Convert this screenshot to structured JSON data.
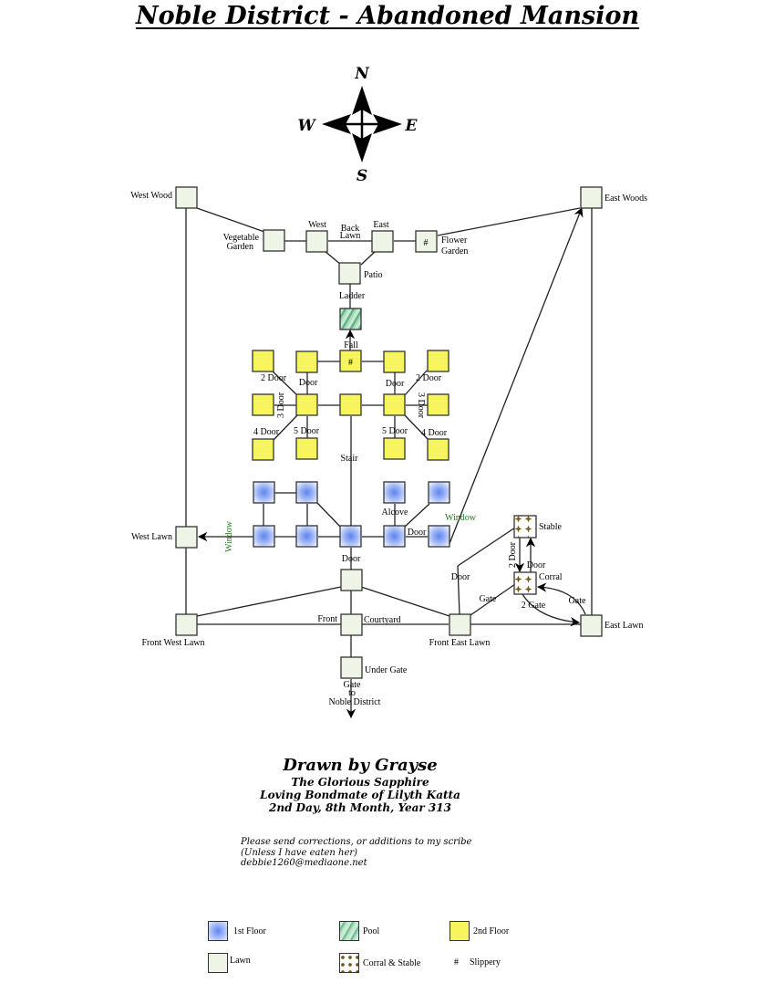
{
  "title": "Noble District - Abandoned Mansion",
  "compass": {
    "n": "N",
    "s": "S",
    "e": "E",
    "w": "W"
  },
  "colors": {
    "first_floor": "#7a9bf0",
    "second_floor": "#f6f55f",
    "pool": "#8fd0a8",
    "lawn": "#eef5e6",
    "corral": "#7a5a1e",
    "window_label": "#1f7a1f"
  },
  "rooms": {
    "west_wood": {
      "type": "lawn",
      "label": "West Wood"
    },
    "east_woods": {
      "type": "lawn",
      "label": "East Woods"
    },
    "vegetable_garden": {
      "type": "lawn",
      "label": "Vegetable Garden",
      "lines": [
        "Vegetable",
        "Garden"
      ]
    },
    "back_lawn_west": {
      "type": "lawn",
      "label": "West"
    },
    "back_lawn_east": {
      "type": "lawn",
      "label": "East"
    },
    "back_lawn_label": {
      "lines": [
        "Back",
        "Lawn"
      ]
    },
    "flower_garden": {
      "type": "lawn",
      "label": "Flower Garden",
      "lines": [
        "Flower",
        "Garden"
      ],
      "marker": "#"
    },
    "patio": {
      "type": "lawn",
      "label": "Patio"
    },
    "pool": {
      "type": "pool",
      "label": ""
    },
    "west_lawn": {
      "type": "lawn",
      "label": "West Lawn"
    },
    "east_lawn": {
      "type": "lawn",
      "label": "East Lawn"
    },
    "front_west_lawn": {
      "type": "lawn",
      "label": "Front West Lawn"
    },
    "front_east_lawn": {
      "type": "lawn",
      "label": "Front East Lawn"
    },
    "courtyard_north": {
      "type": "lawn",
      "label": ""
    },
    "front_courtyard": {
      "type": "lawn",
      "label_left": "Front",
      "label_right": "Courtyard"
    },
    "under_gate": {
      "type": "lawn",
      "label": "Under Gate"
    },
    "stable": {
      "type": "corral",
      "label": "Stable"
    },
    "corral": {
      "type": "corral",
      "label": "Corral"
    },
    "second_floor_slippery_marker": "#"
  },
  "exits": {
    "ladder": "Ladder",
    "fall": "Fall",
    "stair": "Stair",
    "door": "Door",
    "two_door": "2 Door",
    "three_door": "3 Door",
    "four_door": "4 Door",
    "five_door": "5 Door",
    "window": "Window",
    "alcove": "Alcove",
    "gate": "Gate",
    "two_gate": "2 Gate",
    "gate_to_noble": [
      "Gate",
      "to",
      "Noble District"
    ]
  },
  "credits": {
    "line1": "Drawn by Grayse",
    "line2": "The Glorious Sapphire",
    "line3": "Loving Bondmate of Lilyth Katta",
    "line4": "2nd Day, 8th Month, Year 313"
  },
  "note": {
    "line1": "Please send corrections, or additions to my scribe",
    "line2": "(Unless I have eaten her)",
    "line3": "debbie1260@mediaone.net"
  },
  "legend": [
    {
      "key": "first_floor",
      "label": "1st Floor"
    },
    {
      "key": "pool",
      "label": "Pool"
    },
    {
      "key": "second_floor",
      "label": "2nd Floor"
    },
    {
      "key": "lawn",
      "label": "Lawn"
    },
    {
      "key": "corral",
      "label": "Corral & Stable"
    },
    {
      "key": "slippery",
      "symbol": "#",
      "label": "Slippery"
    }
  ]
}
